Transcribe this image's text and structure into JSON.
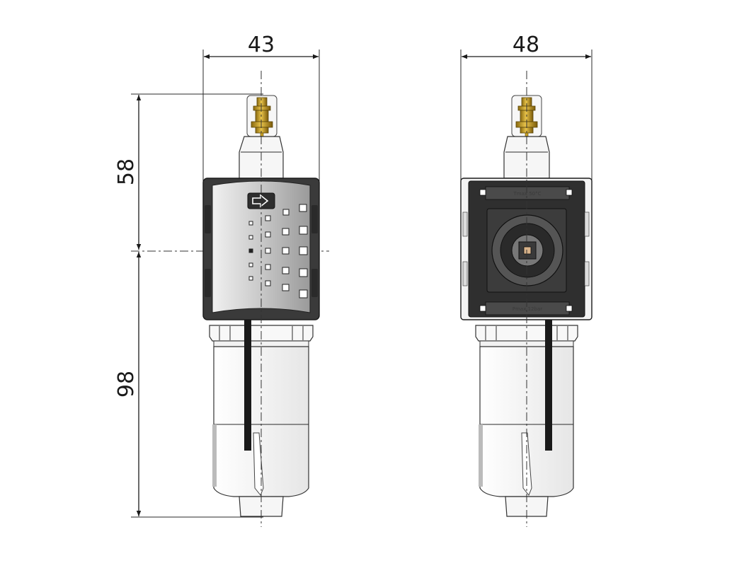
{
  "dimensions": {
    "front_width": "43",
    "side_width": "48",
    "upper_height": "58",
    "lower_height": "98"
  },
  "side_view_labels": {
    "top_plate": "Tmax 50°C",
    "bottom_plate": "Pmax 12bar"
  },
  "colors": {
    "line": "#1a1a1a",
    "body_dark": "#3a3a3a",
    "body_light": "#d8d8d8",
    "brass": "#c9a227",
    "bowl": "#f4f4f4"
  },
  "icons": [
    "flow-arrow-icon"
  ]
}
